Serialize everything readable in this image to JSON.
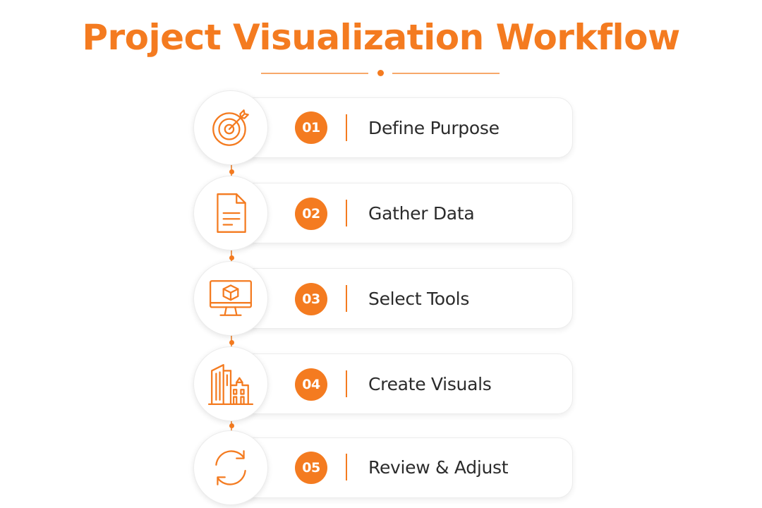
{
  "title": "Project Visualization Workflow",
  "accent_color": "#f47b20",
  "steps": [
    {
      "number": "01",
      "label": "Define Purpose",
      "icon": "target-icon"
    },
    {
      "number": "02",
      "label": "Gather Data",
      "icon": "document-icon"
    },
    {
      "number": "03",
      "label": "Select Tools",
      "icon": "monitor-cube-icon"
    },
    {
      "number": "04",
      "label": "Create Visuals",
      "icon": "buildings-icon"
    },
    {
      "number": "05",
      "label": "Review & Adjust",
      "icon": "refresh-cycle-icon"
    }
  ]
}
